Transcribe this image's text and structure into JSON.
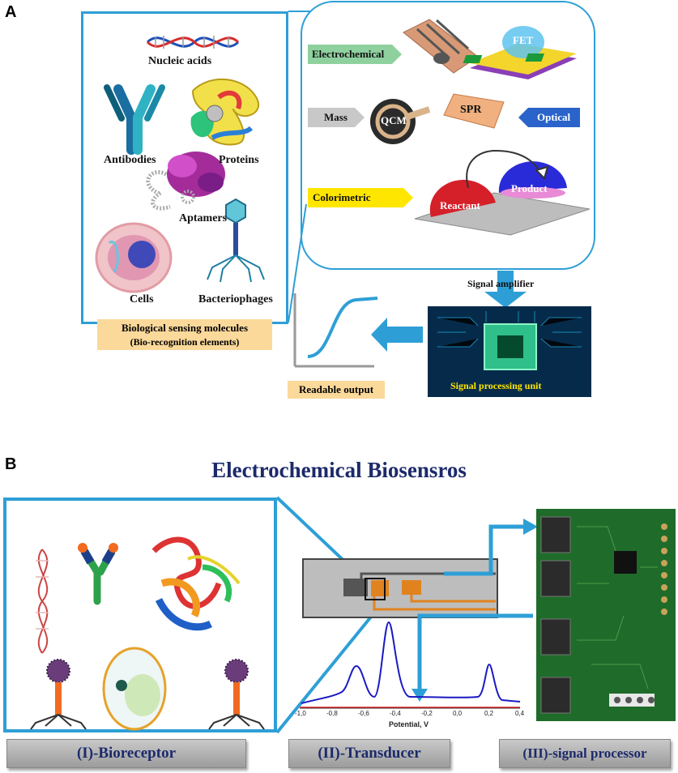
{
  "panel_a": {
    "letter": "A",
    "bio_elements": {
      "nucleic_acids": "Nucleic acids",
      "antibodies": "Antibodies",
      "proteins": "Proteins",
      "aptamers": "Aptamers",
      "cells": "Cells",
      "bacteriophages": "Bacteriophages"
    },
    "bio_caption_line1": "Biological sensing molecules",
    "bio_caption_line2": "(Bio-recognition elements)",
    "transducers": {
      "electrochemical": "Electrochemical",
      "fet": "FET",
      "mass": "Mass",
      "qcm": "QCM",
      "spr": "SPR",
      "optical": "Optical",
      "colorimetric": "Colorimetric",
      "reactant": "Reactant",
      "product": "Product"
    },
    "signal_amplifier": "Signal amplifier",
    "signal_processing_unit": "Signal processing unit",
    "readable_output": "Readable output"
  },
  "panel_b": {
    "letter": "B",
    "title": "Electrochemical Biosensros",
    "bioreceptor_label": "(I)-Bioreceptor",
    "transducer_label": "(II)-Transducer",
    "processor_label": "(III)-signal processor",
    "plot": {
      "xlabel": "Potential, V",
      "ticks": [
        "-1,0",
        "-0,8",
        "-0,6",
        "-0,4",
        "-0,2",
        "0,0",
        "0,2",
        "0,4"
      ]
    }
  },
  "colors": {
    "frame_blue": "#2e9fd6",
    "title_navy": "#1c2a6b",
    "caption_bg": "#fbd99a",
    "electrochem_green": "#8fd19e",
    "colorimetric_yellow": "#ffe600",
    "optical_blue": "#2a63c9",
    "reactant_red": "#d5202a",
    "product_blue": "#2a2bd8",
    "board_green": "#1f6b2a"
  }
}
